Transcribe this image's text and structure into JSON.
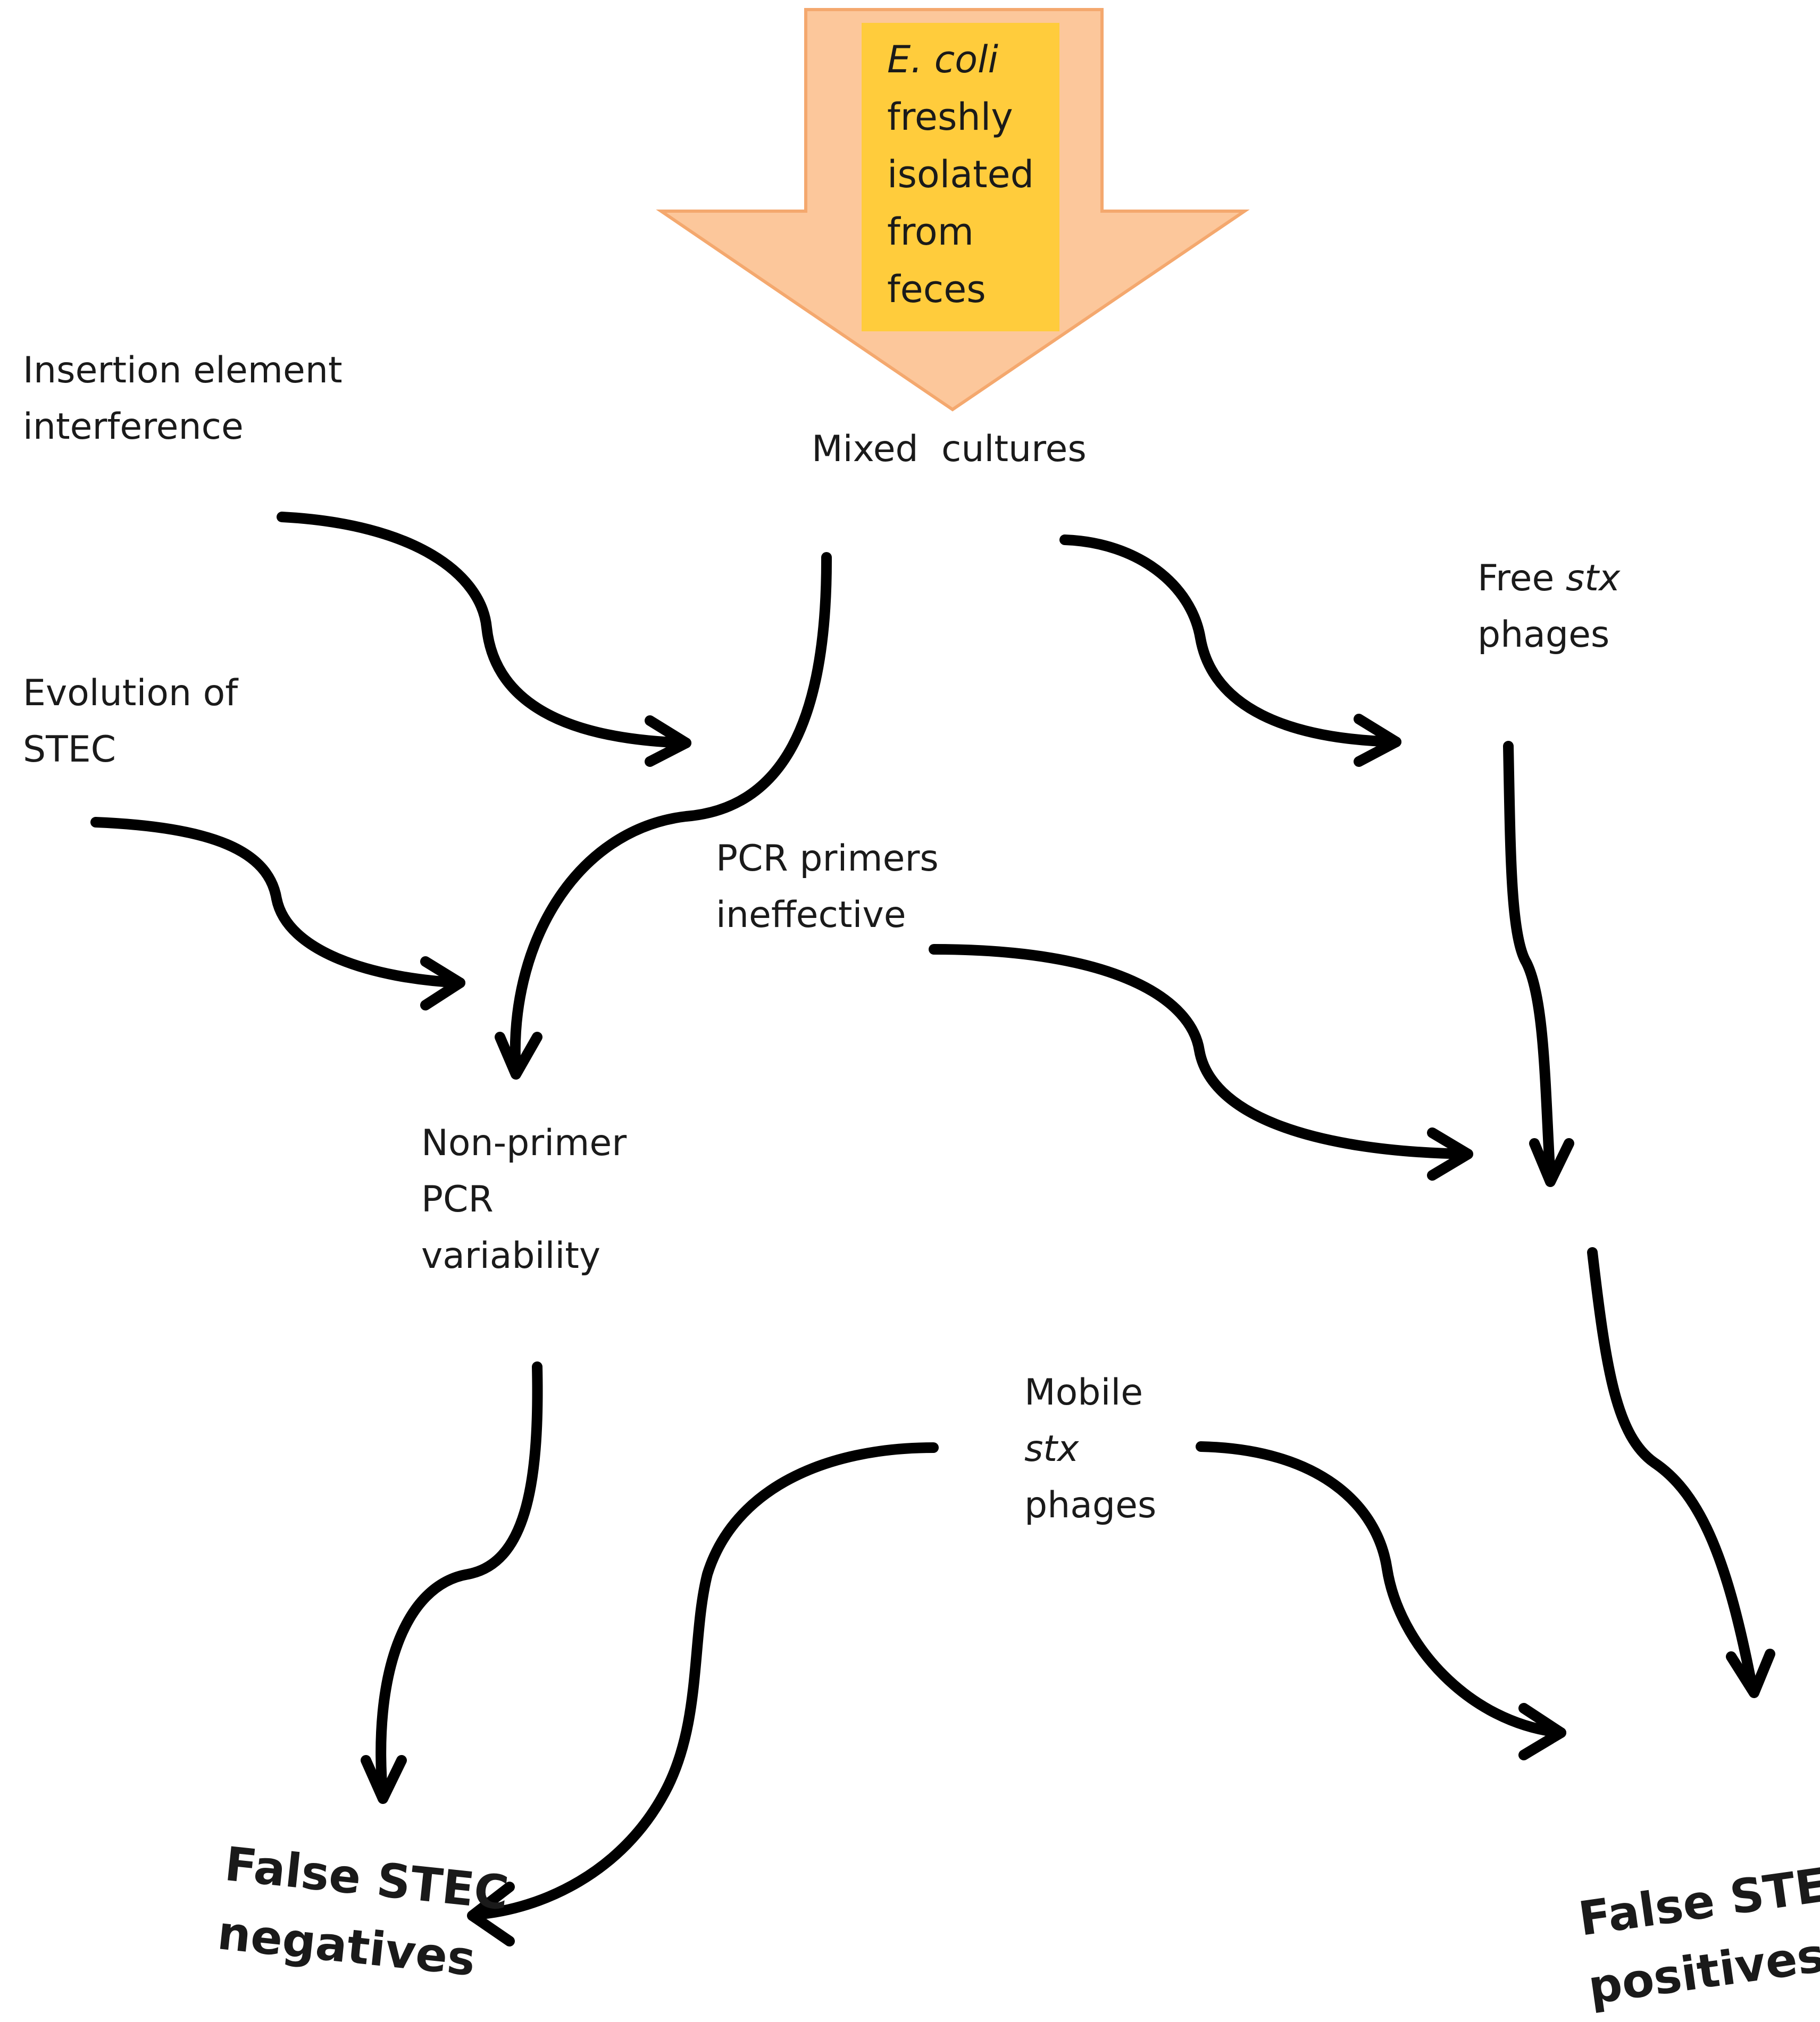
{
  "colors": {
    "arrow_fill": "#FCC79B",
    "arrow_stroke": "#F4A86E",
    "box_fill": "#FFCC3C",
    "line": "#000000",
    "text": "#1a1a1a"
  },
  "top_arrow": {
    "lines": [
      {
        "text": "E. coli",
        "italic": true
      },
      {
        "text": "freshly"
      },
      {
        "text": "isolated"
      },
      {
        "text": "from"
      },
      {
        "text": "feces"
      }
    ]
  },
  "nodes": {
    "mixed_cultures": "Mixed  cultures",
    "insertion_element": [
      "Insertion element",
      "interference"
    ],
    "evolution_stec": [
      "Evolution of",
      "STEC"
    ],
    "free_stx": {
      "prefix": "Free ",
      "italic": "stx",
      "line2": "phages"
    },
    "pcr_primers": [
      "PCR primers",
      "ineffective"
    ],
    "non_primer": [
      "Non-primer",
      "PCR",
      "variability"
    ],
    "mobile_stx": {
      "line1": "Mobile",
      "italic": "stx",
      "line3": "phages"
    },
    "false_negatives": [
      "False STEC",
      "negatives"
    ],
    "false_positives": [
      "False STEC",
      "positives"
    ]
  }
}
